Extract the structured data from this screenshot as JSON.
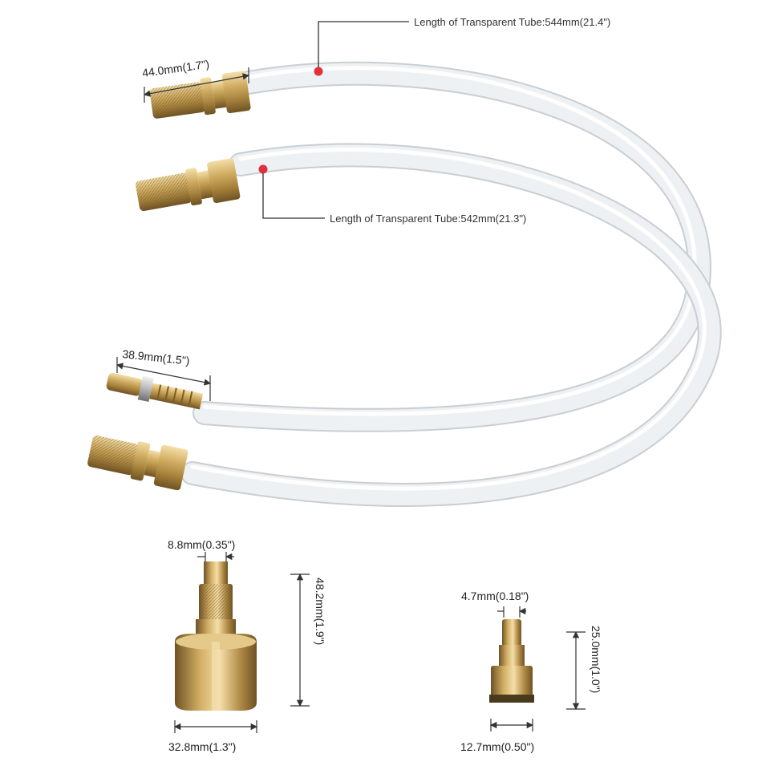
{
  "labels": {
    "tube1": "Length of Transparent Tube:544mm(21.4\")",
    "tube2": "Length of Transparent Tube:542mm(21.3\")",
    "coupler1": "44.0mm(1.7\")",
    "plug": "38.9mm(1.5\")",
    "fitting_large_bore": "8.8mm(0.35\")",
    "fitting_large_height": "48.2mm(1.9\")",
    "fitting_large_base": "32.8mm(1.3\")",
    "fitting_small_bore": "4.7mm(0.18\")",
    "fitting_small_height": "25.0mm(1.0\")",
    "fitting_small_base": "12.7mm(0.50\")"
  },
  "colors": {
    "brass": "#c9a45c",
    "brass_dark": "#8a6a2e",
    "tube": "#eef1f3",
    "tube_edge": "#c9ced3",
    "marker": "#e0323b"
  }
}
